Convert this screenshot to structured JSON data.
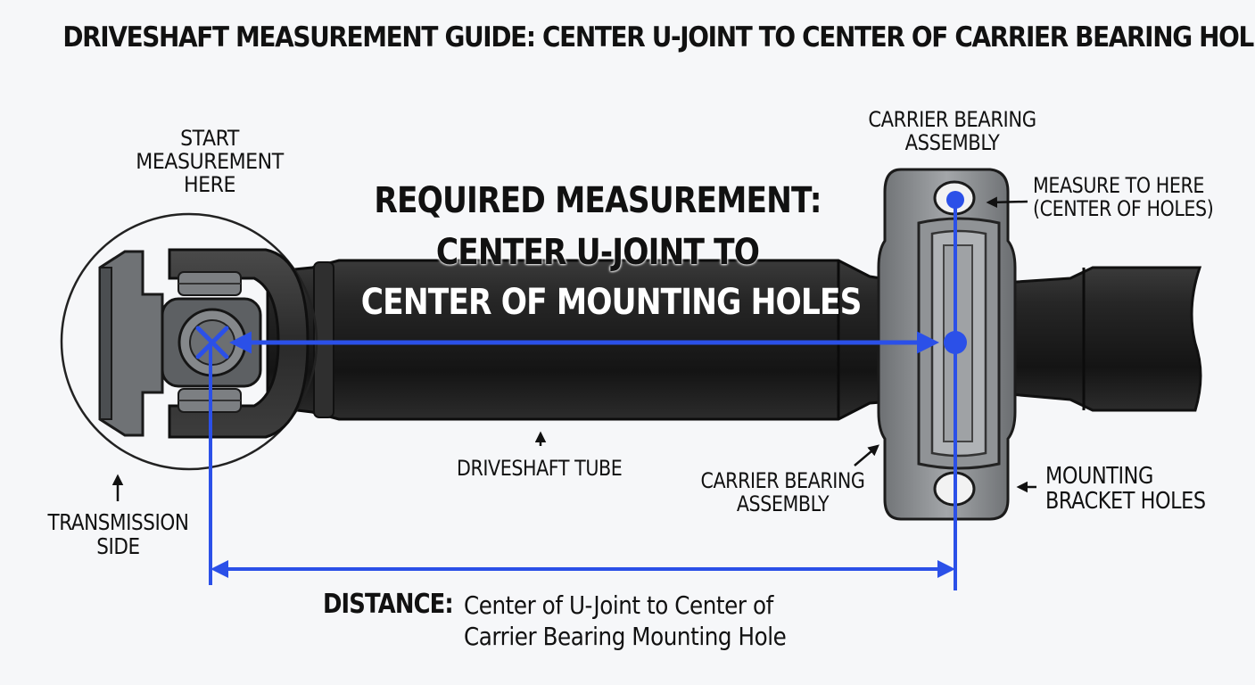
{
  "title": "DRIVESHAFT MEASUREMENT GUIDE: CENTER U-JOINT TO CENTER OF CARRIER BEARING HOLES",
  "labels": {
    "start_line1": "START",
    "start_line2": "MEASUREMENT",
    "start_line3": "HERE",
    "required_line1": "REQUIRED MEASUREMENT:",
    "required_line2": "CENTER U-JOINT TO",
    "required_line3": "CENTER OF MOUNTING HOLES",
    "carrier_top_line1": "CARRIER BEARING",
    "carrier_top_line2": "ASSEMBLY",
    "measure_line1": "MEASURE TO HERE",
    "measure_line2": "(CENTER OF HOLES)",
    "tube": "DRIVESHAFT TUBE",
    "carrier_bottom_line1": "CARRIER BEARING",
    "carrier_bottom_line2": "ASSEMBLY",
    "mounting_line1": "MOUNTING",
    "mounting_line2": "BRACKET HOLES",
    "transmission_line1": "TRANSMISSION",
    "transmission_line2": "SIDE",
    "distance_label": "DISTANCE:",
    "distance_line1": "Center of U-Joint to Center of",
    "distance_line2": "Carrier Bearing Mounting Hole"
  },
  "colors": {
    "measure_blue": "#2b50e8",
    "shaft_dark": "#1e1e1e",
    "metal_gray": "#8a8d90",
    "background": "#f6f7f9"
  },
  "icons": {
    "start_marker": "x-mark-icon",
    "end_marker": "dot-icon",
    "pointer": "arrow-icon"
  }
}
